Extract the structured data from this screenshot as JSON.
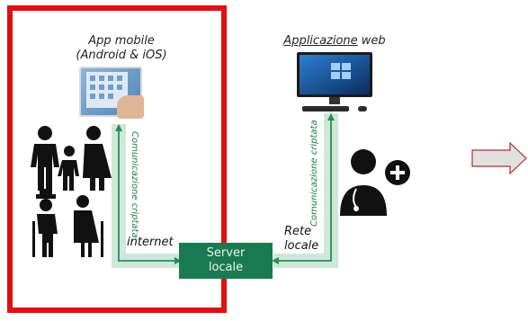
{
  "left_panel": {
    "app_label_line1": "App mobile",
    "app_label_line2": "(Android & iOS)",
    "comm_label": "Comunicazione criptata",
    "internet_label": "internet"
  },
  "right_panel": {
    "web_label_underlined": "Applicazione",
    "web_label_rest": " web",
    "comm_label": "Comunicazione criptata",
    "rete_line1": "Rete",
    "rete_line2": "locale"
  },
  "server": {
    "line1": "Server",
    "line2": "locale"
  },
  "colors": {
    "highlight_red": "#e01010",
    "server_green": "#1a7a52",
    "connector_light": "#cde8d8",
    "connector_dark": "#2a8a5a",
    "arrow_fill": "#e0e0e0"
  },
  "icons": [
    "tablet-hand-image",
    "family-icon",
    "elderly-couple-icon",
    "desktop-monitor-image",
    "doctor-icon",
    "right-arrow-icon"
  ]
}
